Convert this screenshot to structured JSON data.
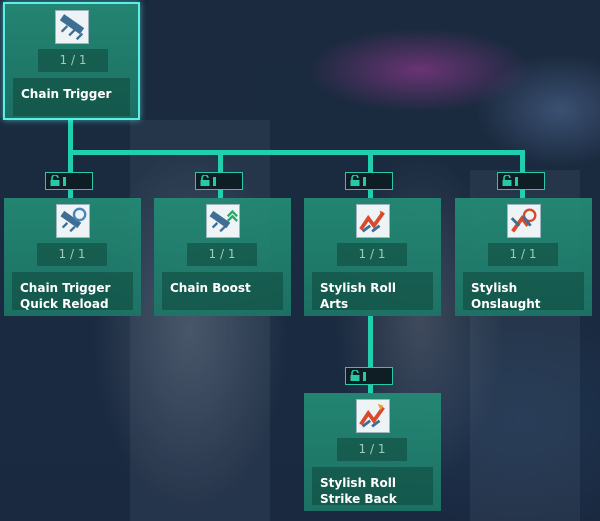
{
  "nodes": [
    {
      "id": "chain-trigger",
      "label_line1": "Chain Trigger",
      "label_line2": "",
      "count": "1 / 1",
      "icon": "chain-trigger-icon"
    },
    {
      "id": "chain-trigger-quick-reload",
      "label_line1": "Chain Trigger",
      "label_line2": "Quick Reload",
      "count": "1 / 1",
      "icon": "chain-trigger-quick-reload-icon"
    },
    {
      "id": "chain-boost",
      "label_line1": "Chain Boost",
      "label_line2": "",
      "count": "1 / 1",
      "icon": "chain-boost-icon"
    },
    {
      "id": "stylish-roll-arts",
      "label_line1": "Stylish Roll",
      "label_line2": "Arts",
      "count": "1 / 1",
      "icon": "stylish-roll-arts-icon"
    },
    {
      "id": "stylish-onslaught",
      "label_line1": "Stylish",
      "label_line2": "Onslaught",
      "count": "1 / 1",
      "icon": "stylish-onslaught-icon"
    },
    {
      "id": "stylish-roll-strike-back",
      "label_line1": "Stylish Roll",
      "label_line2": "Strike Back",
      "count": "1 / 1",
      "icon": "stylish-roll-strike-back-icon"
    }
  ],
  "colors": {
    "connector": "#1fcfae",
    "node": "#248c76",
    "selected_border": "#59f0e6"
  }
}
